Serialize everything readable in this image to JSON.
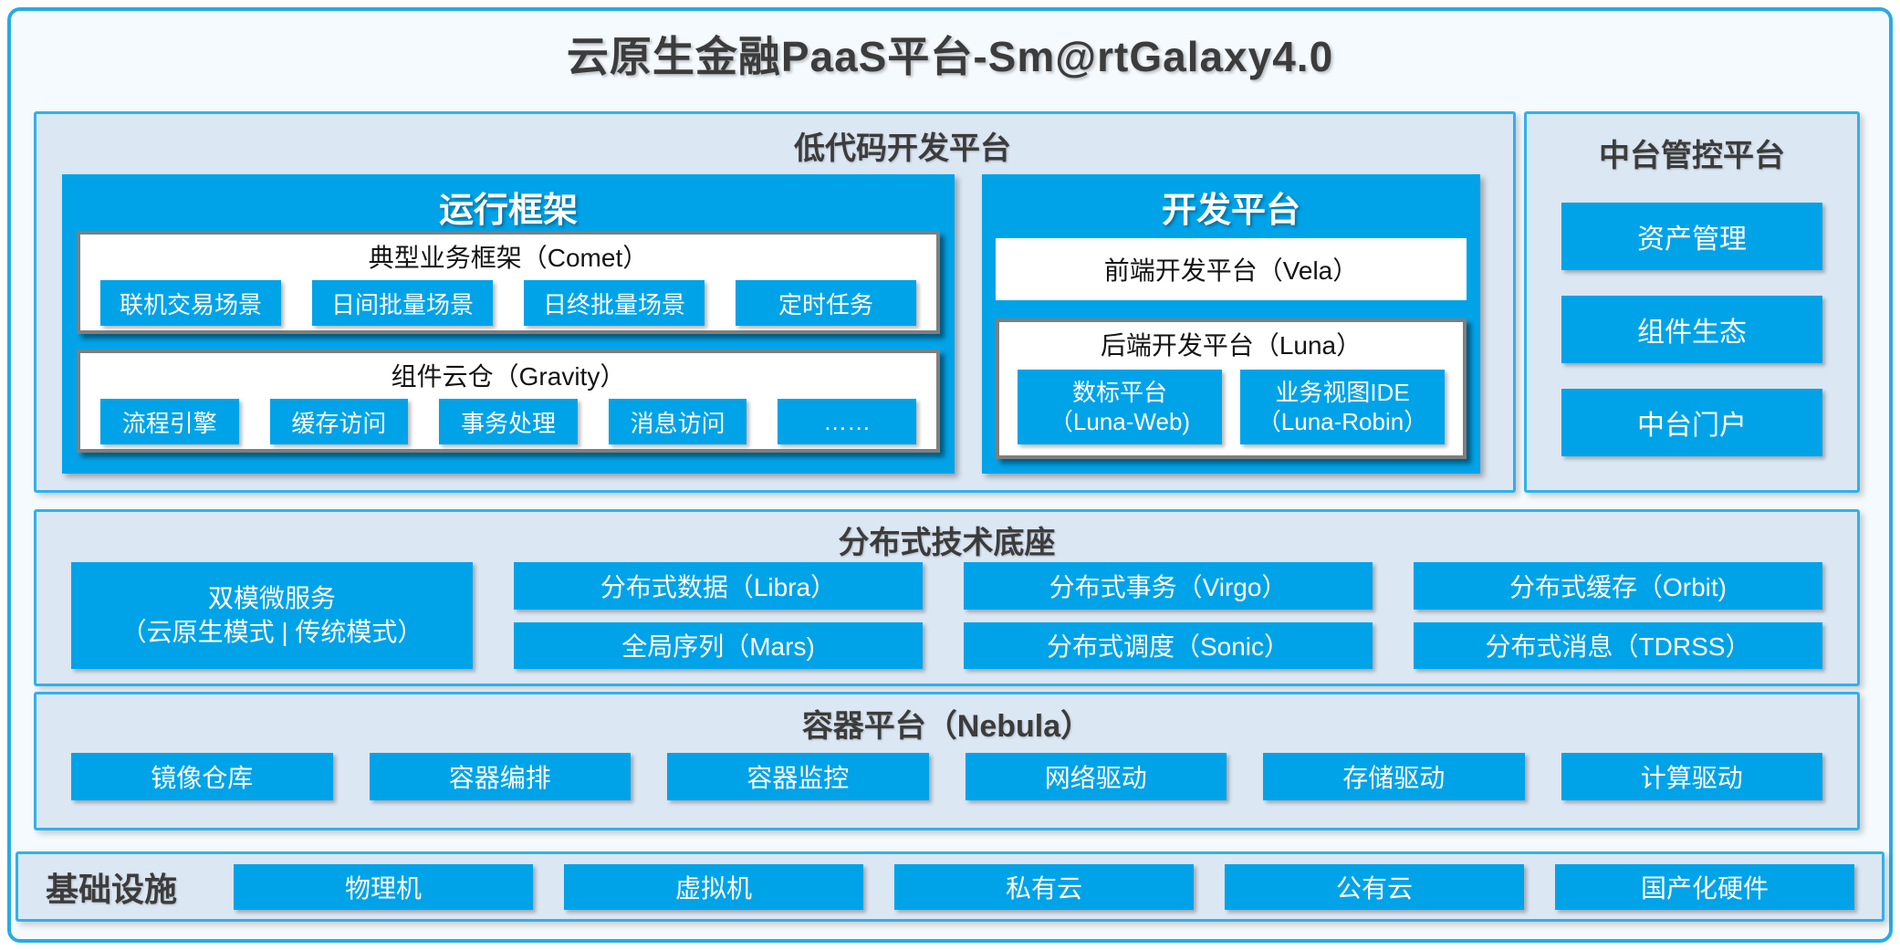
{
  "title": "云原生金融PaaS平台-Sm@rtGalaxy4.0",
  "colors": {
    "accent": "#00A3E8",
    "page-border": "#29ABE2",
    "page-bg": "#F4FAFE",
    "panel-border": "#2FB2EB",
    "panel-bg": "#DCE7F4",
    "gray-border": "#7F7F7F",
    "dark-text": "#3C3C3C"
  },
  "low_code": {
    "title": "低代码开发平台",
    "runtime": {
      "title": "运行框架",
      "comet": {
        "title": "典型业务框架（Comet）",
        "items": [
          "联机交易场景",
          "日间批量场景",
          "日终批量场景",
          "定时任务"
        ]
      },
      "gravity": {
        "title": "组件云仓（Gravity）",
        "items": [
          "流程引擎",
          "缓存访问",
          "事务处理",
          "消息访问",
          "……"
        ]
      }
    },
    "dev": {
      "title": "开发平台",
      "vela": "前端开发平台（Vela）",
      "luna": {
        "title": "后端开发平台（Luna）",
        "items": [
          {
            "line1": "数标平台",
            "line2": "（Luna-Web)"
          },
          {
            "line1": "业务视图IDE",
            "line2": "（Luna-Robin）"
          }
        ]
      }
    }
  },
  "mid_platform": {
    "title": "中台管控平台",
    "items": [
      "资产管理",
      "组件生态",
      "中台门户"
    ]
  },
  "distributed": {
    "title": "分布式技术底座",
    "dual_mode": {
      "line1": "双模微服务",
      "line2": "（云原生模式 | 传统模式）"
    },
    "columns": [
      [
        "分布式数据（Libra）",
        "全局序列（Mars)"
      ],
      [
        "分布式事务（Virgo）",
        "分布式调度（Sonic）"
      ],
      [
        "分布式缓存（Orbit)",
        "分布式消息（TDRSS）"
      ]
    ]
  },
  "container": {
    "title": "容器平台（Nebula）",
    "items": [
      "镜像仓库",
      "容器编排",
      "容器监控",
      "网络驱动",
      "存储驱动",
      "计算驱动"
    ]
  },
  "infrastructure": {
    "label": "基础设施",
    "items": [
      "物理机",
      "虚拟机",
      "私有云",
      "公有云",
      "国产化硬件"
    ]
  }
}
